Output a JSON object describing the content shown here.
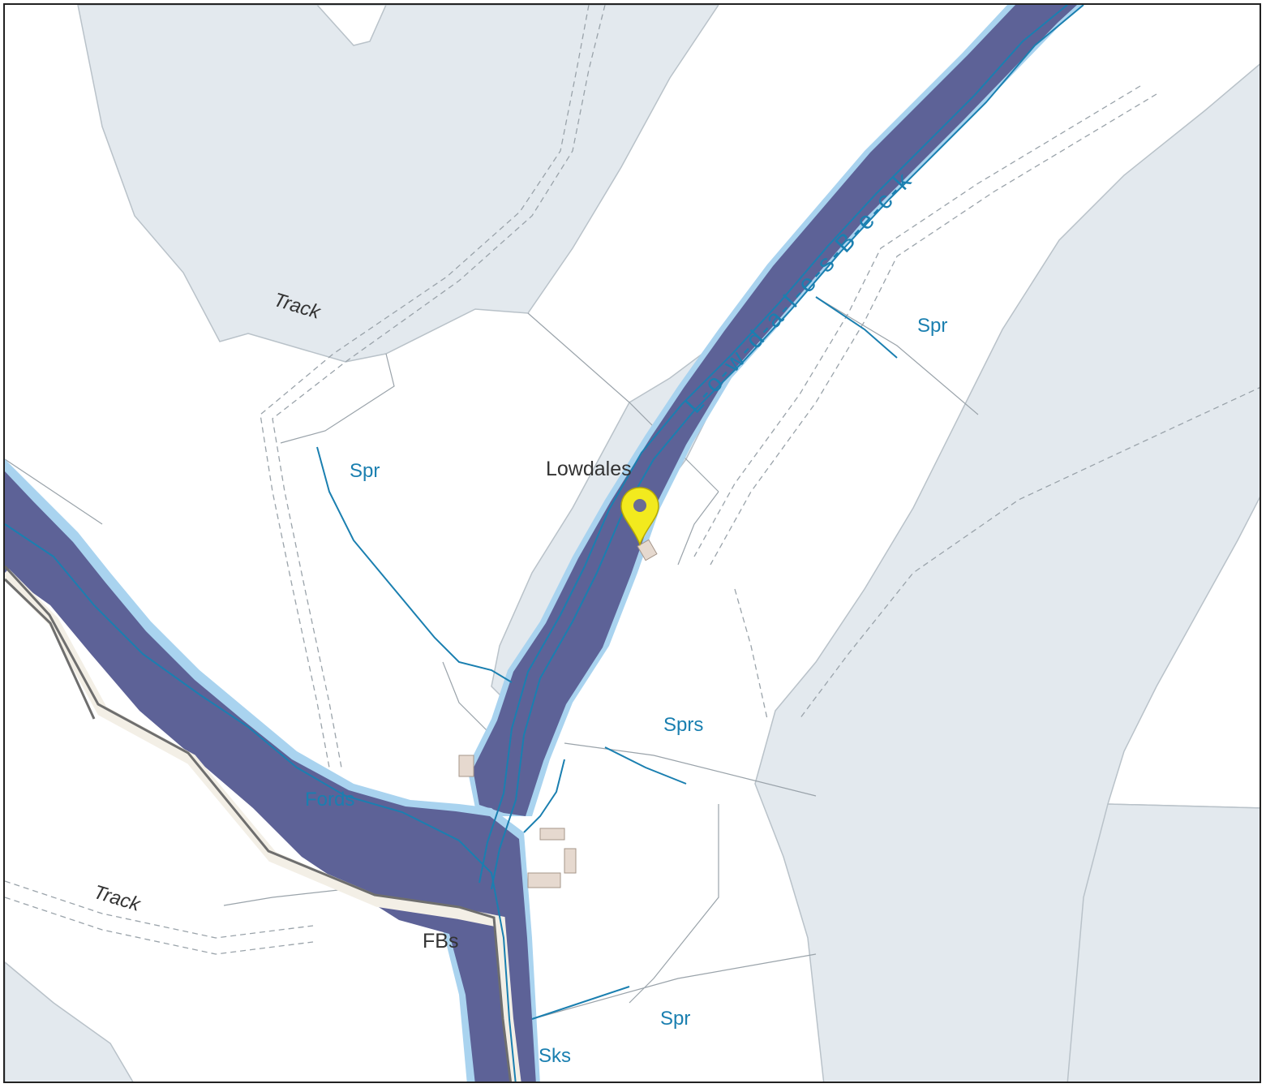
{
  "labels": {
    "track_north": "Track",
    "track_south": "Track",
    "spr_west": "Spr",
    "spr_east": "Spr",
    "spr_south": "Spr",
    "sprs": "Sprs",
    "lowdales": "Lowdales",
    "fords": "Fords",
    "fbs": "FBs",
    "sks": "Sks",
    "beck": "L-o-w-d-a-l-e-s-B-e-c-k"
  },
  "colors": {
    "flood_zone": "#5d6297",
    "flood_edge": "#a9d3ef",
    "woodland": "#e3e9ee",
    "water": "#1a7fb0",
    "road": "#6e6e6e",
    "marker": "#f2ea1e"
  },
  "marker": {
    "icon": "location-pin-icon"
  }
}
